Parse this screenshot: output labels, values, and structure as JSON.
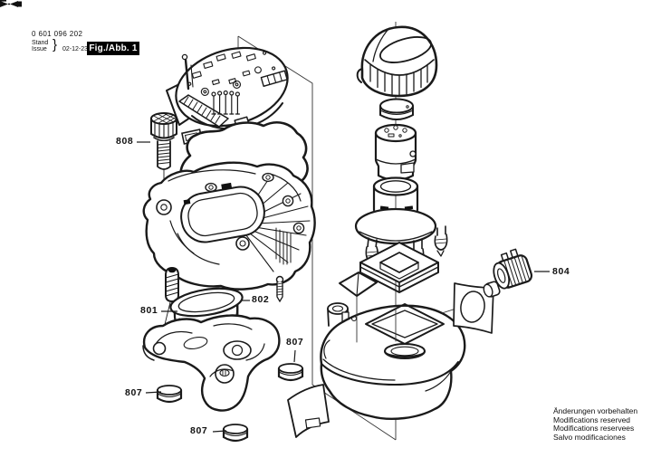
{
  "header": {
    "part_number": "0 601 096 202",
    "stand_label": "Stand",
    "issue_label": "Issue",
    "brace": "}",
    "issue_date": "02-12-23",
    "figure_label": "Fig./Abb. 1"
  },
  "parts": {
    "thumb_screw": "808",
    "holder": "801",
    "seal": "802",
    "rubber_foot": "807",
    "rotary_knob": "804"
  },
  "footer": {
    "lines": [
      "Änderungen vorbehalten",
      "Modifications reserved",
      "Modifications reservees",
      "Salvo modificaciones"
    ]
  },
  "colors": {
    "line": "#1a1a1a",
    "background": "#ffffff",
    "figure_box_bg": "#000000",
    "figure_box_text": "#ffffff"
  }
}
